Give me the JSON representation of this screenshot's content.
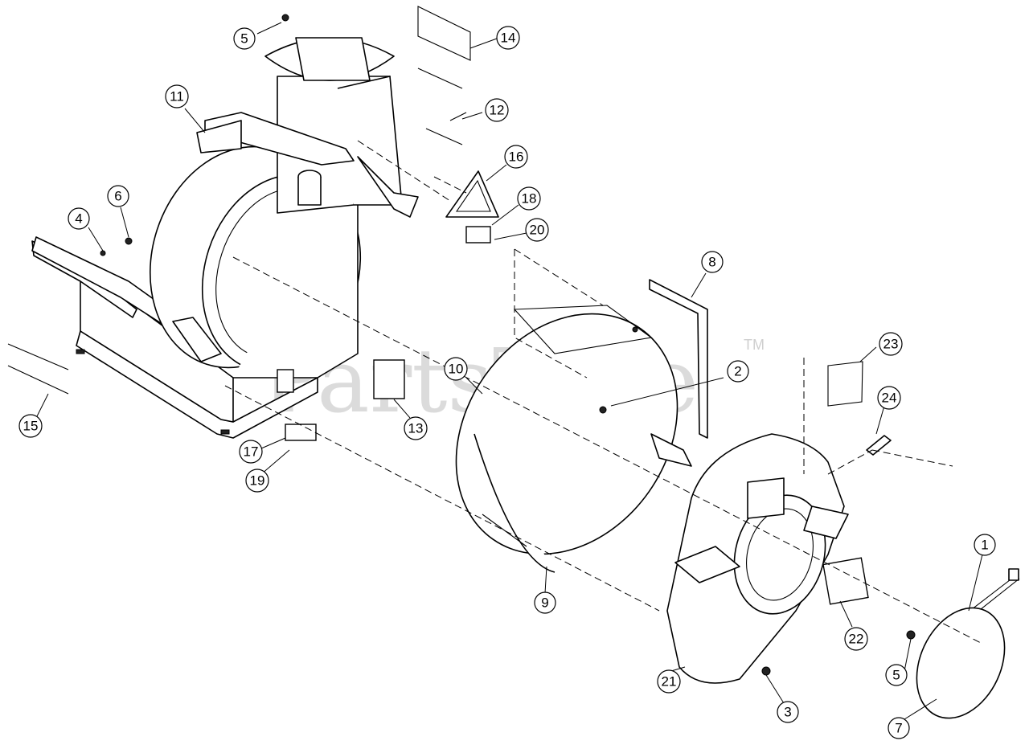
{
  "watermark": {
    "text": "PartsTree",
    "trademark": "TM"
  },
  "callouts": [
    "1",
    "2",
    "3",
    "4",
    "5",
    "6",
    "7",
    "8",
    "9",
    "10",
    "11",
    "12",
    "13",
    "14",
    "15",
    "16",
    "17",
    "18",
    "19",
    "20",
    "21",
    "22",
    "23",
    "24",
    "5"
  ]
}
